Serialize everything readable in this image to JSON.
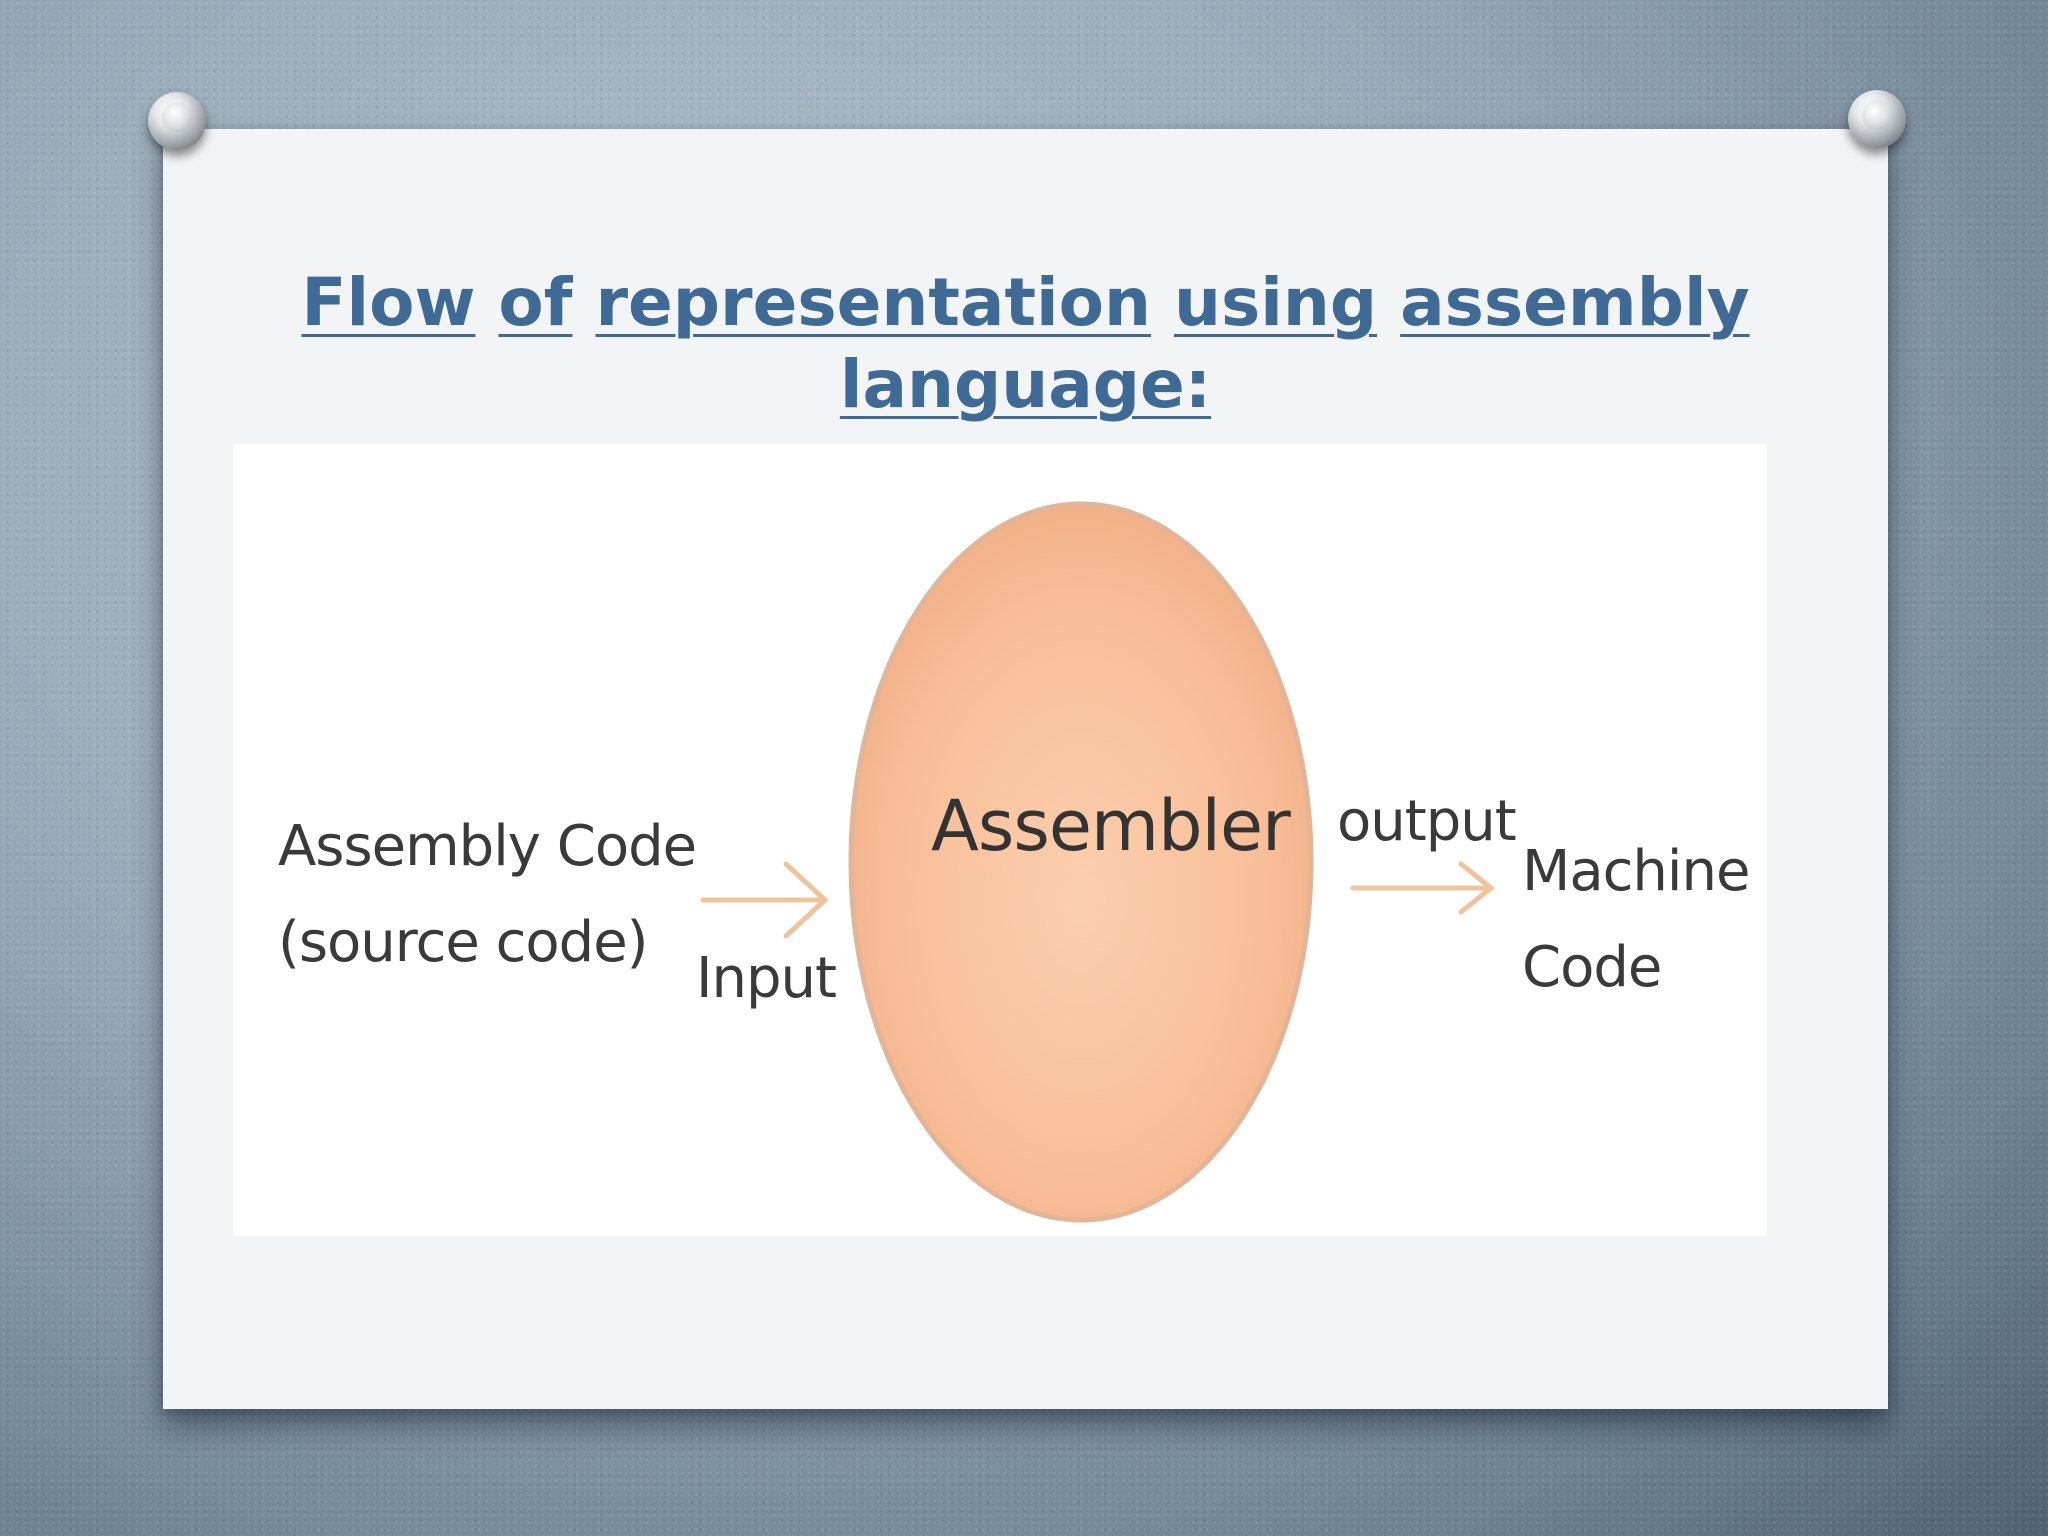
{
  "slide": {
    "title_words": [
      "Flow",
      "of",
      "representation",
      "using",
      "assembly",
      "language:"
    ]
  },
  "diagram": {
    "source_label": "Assembly Code (source code)",
    "input_label": "Input",
    "process_label": "Assembler",
    "output_label": "output",
    "target_label": "Machine Code"
  },
  "colors": {
    "title": "#3e6a95",
    "assembler_fill": "#f9c4a0",
    "arrow": "#f3c39a",
    "card": "#f3f4f6"
  }
}
